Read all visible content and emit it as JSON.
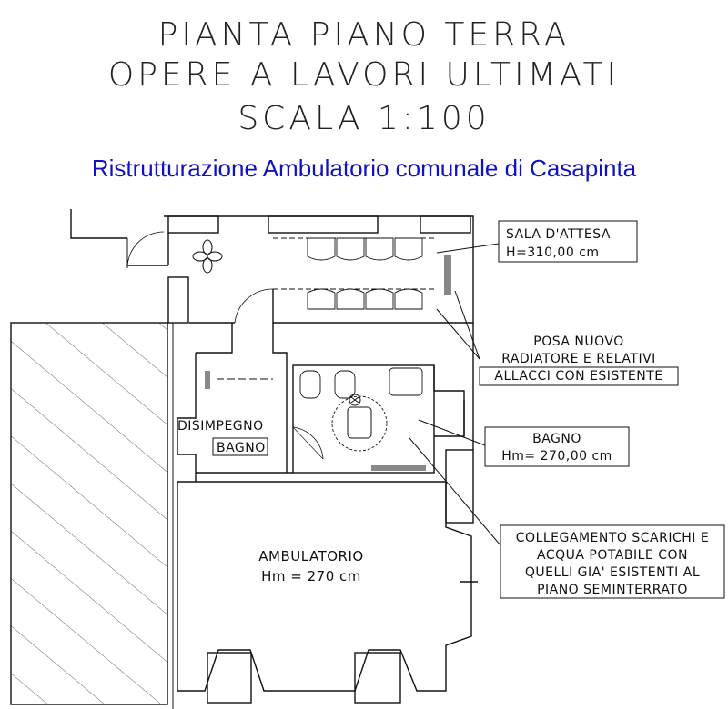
{
  "title": {
    "line1": "PIANTA PIANO TERRA",
    "line2": "OPERE A LAVORI ULTIMATI",
    "line3": "SCALA 1:100"
  },
  "subtitle": "Ristrutturazione Ambulatorio comunale di Casapinta",
  "colors": {
    "subtitle": "#1010c8",
    "lines": "#111111",
    "hatch": "#555555"
  },
  "labels": {
    "sala_attesa": {
      "line1": "SALA D'ATTESA",
      "line2": "H=310,00 cm"
    },
    "radiatore": {
      "line1": "POSA NUOVO",
      "line2": "RADIATORE E RELATIVI",
      "line3": "ALLACCI CON ESISTENTE"
    },
    "disimpegno": "DISIMPEGNO",
    "bagno_small": "BAGNO",
    "bagno": {
      "line1": "BAGNO",
      "line2": "Hm= 270,00 cm"
    },
    "collegamento": {
      "line1": "COLLEGAMENTO SCARICHI E",
      "line2": "ACQUA POTABILE CON",
      "line3": "QUELLI GIA' ESISTENTI AL",
      "line4": "PIANO SEMINTERRATO"
    },
    "ambulatorio": {
      "line1": "AMBULATORIO",
      "line2": "Hm = 270 cm"
    }
  },
  "icons": {
    "plant": "plant-icon",
    "wheelchair": "wheelchair-icon"
  }
}
